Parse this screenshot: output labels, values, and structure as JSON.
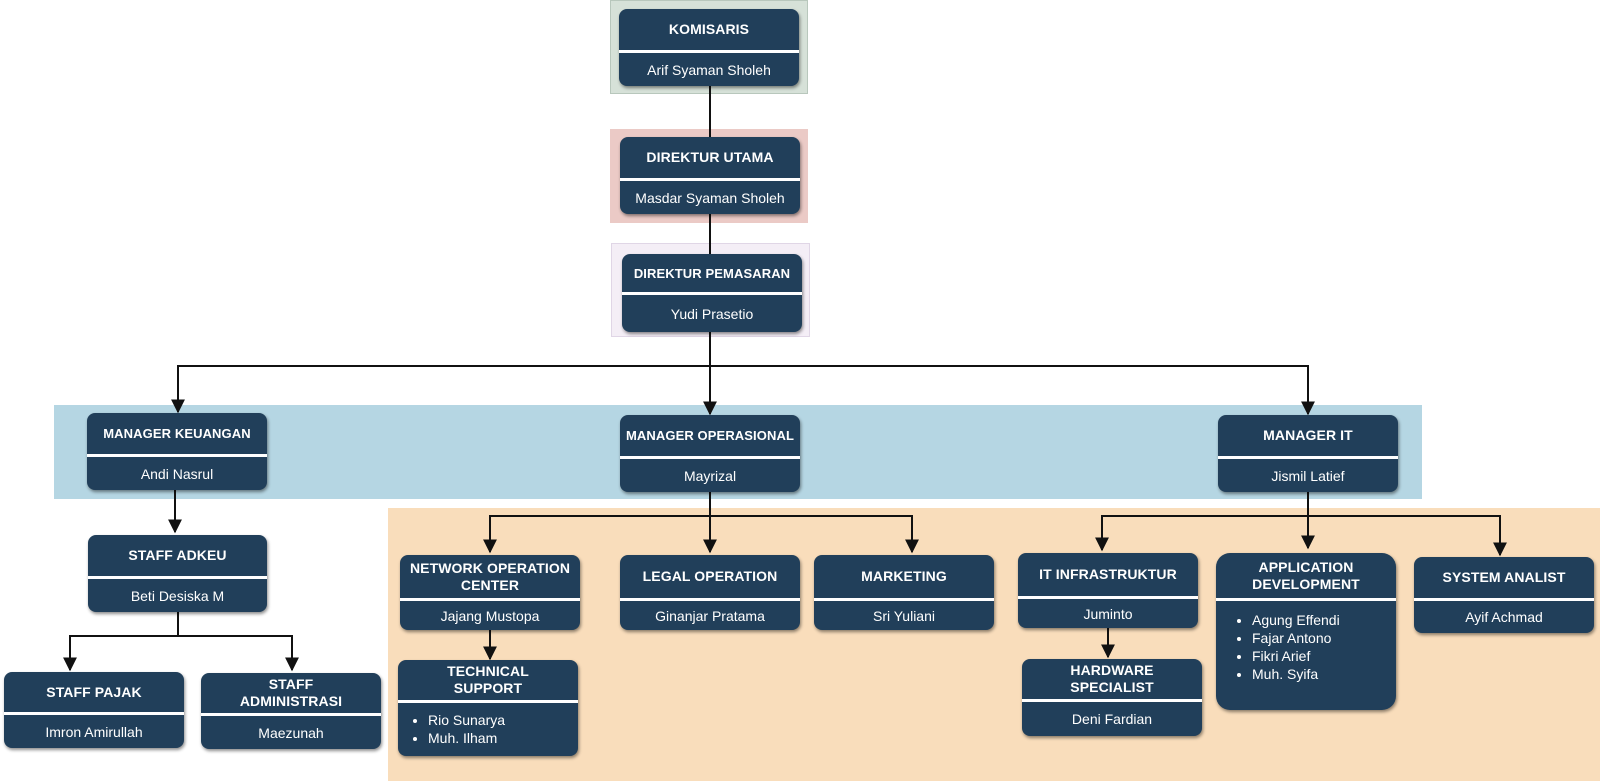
{
  "colors": {
    "node_fill": "#213f5a",
    "komisaris_band": "#d6e1d8",
    "direktur_utama_band": "#ebcac6",
    "direktur_pemasaran_band": "#f4eef6",
    "manager_band": "#b5d6e3",
    "operations_band": "#f9ddbb"
  },
  "nodes": {
    "komisaris": {
      "title": "KOMISARIS",
      "name": "Arif Syaman Sholeh"
    },
    "direktur_utama": {
      "title": "DIREKTUR UTAMA",
      "name": "Masdar Syaman Sholeh"
    },
    "direktur_pemasaran": {
      "title": "DIREKTUR PEMASARAN",
      "name": "Yudi Prasetio"
    },
    "manager_keuangan": {
      "title": "MANAGER KEUANGAN",
      "name": "Andi Nasrul"
    },
    "manager_operasional": {
      "title": "MANAGER OPERASIONAL",
      "name": "Mayrizal"
    },
    "manager_it": {
      "title": "MANAGER IT",
      "name": "Jismil Latief"
    },
    "staff_adkeu": {
      "title": "STAFF ADKEU",
      "name": "Beti Desiska M"
    },
    "staff_pajak": {
      "title": "STAFF PAJAK",
      "name": "Imron Amirullah"
    },
    "staff_administrasi": {
      "title": "STAFF ADMINISTRASI",
      "name": "Maezunah"
    },
    "network_operation_center": {
      "title": "NETWORK OPERATION CENTER",
      "name": "Jajang Mustopa"
    },
    "technical_support": {
      "title": "TECHNICAL SUPPORT",
      "members": [
        "Rio Sunarya",
        "Muh. Ilham"
      ]
    },
    "legal_operation": {
      "title": "LEGAL OPERATION",
      "name": "Ginanjar Pratama"
    },
    "marketing": {
      "title": "MARKETING",
      "name": "Sri Yuliani"
    },
    "it_infrastruktur": {
      "title": "IT INFRASTRUKTUR",
      "name": "Juminto"
    },
    "hardware_specialist": {
      "title": "HARDWARE SPECIALIST",
      "name": "Deni Fardian"
    },
    "application_development": {
      "title": "APPLICATION DEVELOPMENT",
      "members": [
        "Agung Effendi",
        "Fajar Antono",
        "Fikri Arief",
        "Muh. Syifa"
      ]
    },
    "system_analist": {
      "title": "SYSTEM ANALIST",
      "name": "Ayif Achmad"
    }
  }
}
